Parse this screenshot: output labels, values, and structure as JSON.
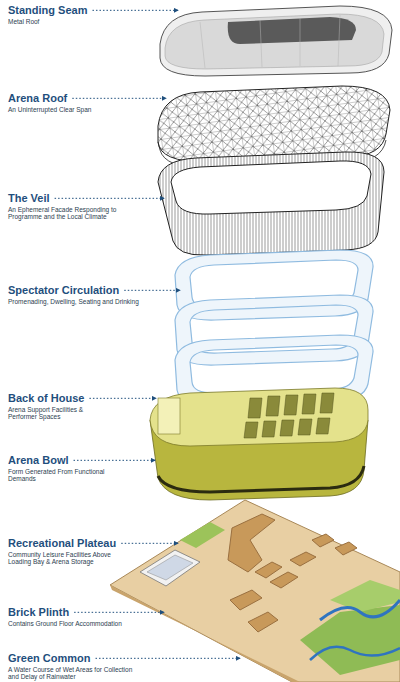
{
  "diagram": {
    "labels": [
      "Standing Seam",
      "Metal Roof",
      "Arena Roof",
      "An Uninterrupted Clear Span",
      "The Veil",
      "An Ephemeral Facade Responding to Programme and the Local Climate",
      "Spectator Circulation",
      "Promenading, Dwelling, Seating and Drinking",
      "Back of House",
      "Arena Support Facilities & Performer Spaces",
      "Arena Bowl",
      "Form Generated From Functional Demands",
      "Recreational Plateau",
      "Community Leisure Facilities Above Loading Bay & Arena Storage",
      "Brick Plinth",
      "Contains Ground Floor Accommodation",
      "Green Common",
      "A Water Course of Wet Areas for Collection and Delay of Rainwater"
    ]
  }
}
